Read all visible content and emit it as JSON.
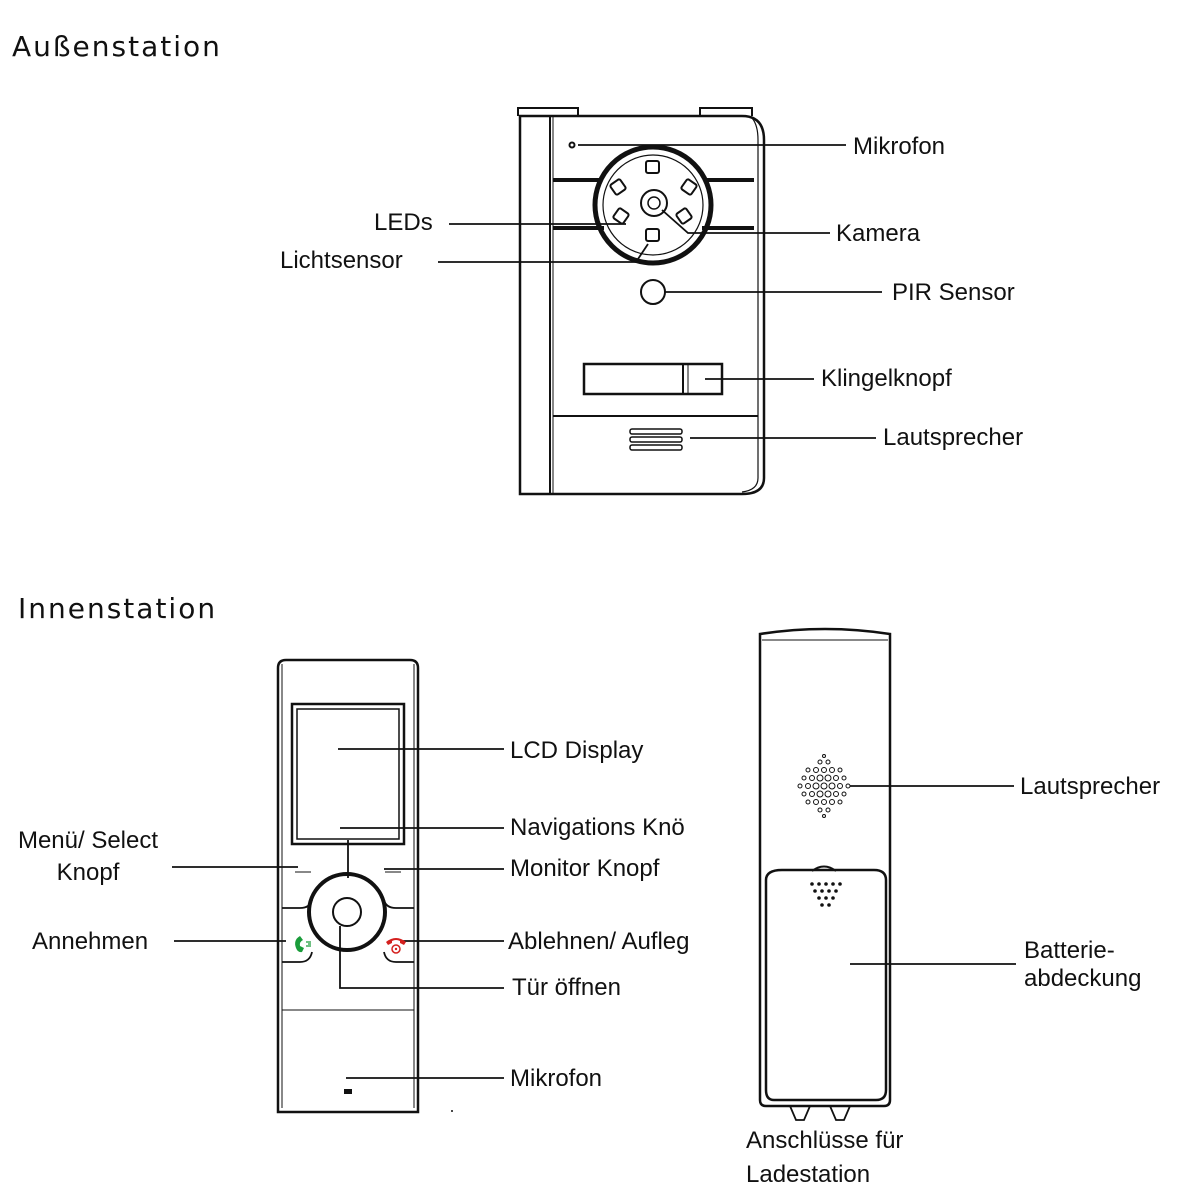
{
  "outdoor": {
    "title": "Außenstation",
    "labels": {
      "microphone": "Mikrofon",
      "leds": "LEDs",
      "camera": "Kamera",
      "light_sensor": "Lichtsensor",
      "pir_sensor": "PIR Sensor",
      "bell_button": "Klingelknopf",
      "speaker": "Lautsprecher"
    }
  },
  "indoor": {
    "title": "Innenstation",
    "labels": {
      "lcd_display": "LCD Display",
      "nav_buttons": "Navigations Knö",
      "menu_select_1": "Menü/ Select",
      "menu_select_2": "Knopf",
      "monitor_button": "Monitor Knopf",
      "answer": "Annehmen",
      "reject_hangup": "Ablehnen/ Aufleg",
      "open_door": "Tür öffnen",
      "microphone": "Mikrofon"
    },
    "back_labels": {
      "speaker": "Lautsprecher",
      "battery_cover_1": "Batterie-",
      "battery_cover_2": "abdeckung",
      "charging_contacts_1": "Anschlüsse für",
      "charging_contacts_2": "Ladestation"
    }
  }
}
